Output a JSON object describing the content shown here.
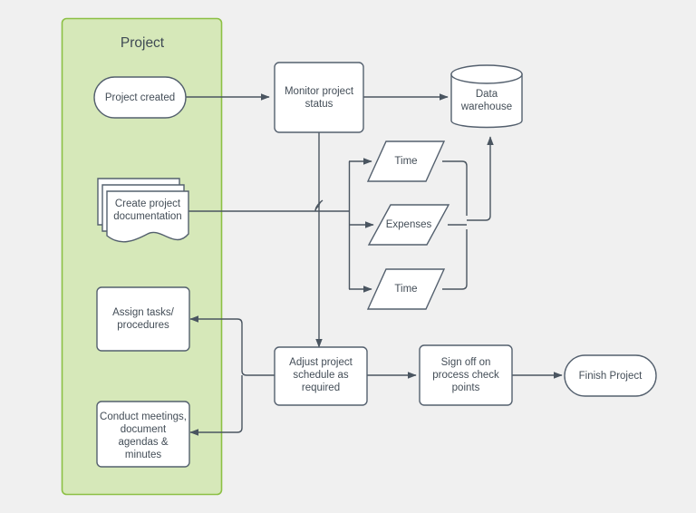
{
  "diagram": {
    "type": "flowchart",
    "title": "Project process flowchart",
    "background_color": "#f0f0f0",
    "line_color": "#4a5560",
    "text_color": "#434d57",
    "pool": {
      "label": "Project",
      "fill_color": "#d6e8b9",
      "border_color": "#8cc044"
    },
    "nodes": [
      {
        "id": "project-created",
        "label": "Project created",
        "shape": "terminator"
      },
      {
        "id": "create-documentation",
        "label": "Create project\ndocumentation",
        "shape": "multi-document"
      },
      {
        "id": "assign-tasks",
        "label": "Assign tasks/\nprocedures",
        "shape": "process"
      },
      {
        "id": "conduct-meetings",
        "label": "Conduct meetings,\ndocument\nagendas &\nminutes",
        "shape": "process"
      },
      {
        "id": "monitor-status",
        "label": "Monitor project\nstatus",
        "shape": "process"
      },
      {
        "id": "data-warehouse",
        "label": "Data\nwarehouse",
        "shape": "cylinder"
      },
      {
        "id": "time-top",
        "label": "Time",
        "shape": "parallelogram"
      },
      {
        "id": "expenses",
        "label": "Expenses",
        "shape": "parallelogram"
      },
      {
        "id": "time-bottom",
        "label": "Time",
        "shape": "parallelogram"
      },
      {
        "id": "adjust-schedule",
        "label": "Adjust project\nschedule as\nrequired",
        "shape": "process"
      },
      {
        "id": "sign-off",
        "label": "Sign off on\nprocess check\npoints",
        "shape": "process"
      },
      {
        "id": "finish-project",
        "label": "Finish Project",
        "shape": "terminator"
      }
    ],
    "edges": [
      {
        "from": "project-created",
        "to": "monitor-status",
        "arrow": "single"
      },
      {
        "from": "monitor-status",
        "to": "data-warehouse",
        "arrow": "single"
      },
      {
        "from": "monitor-status",
        "to": "adjust-schedule",
        "arrow": "single"
      },
      {
        "from": "create-documentation",
        "to": "time-top",
        "arrow": "single"
      },
      {
        "from": "create-documentation",
        "to": "expenses",
        "arrow": "single"
      },
      {
        "from": "create-documentation",
        "to": "time-bottom",
        "arrow": "single"
      },
      {
        "from": "time-top",
        "to": "data-warehouse",
        "arrow": "single"
      },
      {
        "from": "expenses",
        "to": "data-warehouse",
        "arrow": "single"
      },
      {
        "from": "time-bottom",
        "to": "data-warehouse",
        "arrow": "single"
      },
      {
        "from": "adjust-schedule",
        "to": "assign-tasks",
        "arrow": "single"
      },
      {
        "from": "adjust-schedule",
        "to": "conduct-meetings",
        "arrow": "single"
      },
      {
        "from": "adjust-schedule",
        "to": "sign-off",
        "arrow": "double"
      },
      {
        "from": "sign-off",
        "to": "finish-project",
        "arrow": "single"
      }
    ],
    "labels": {
      "project_created_line1": "Project created",
      "create_doc_line1": "Create project",
      "create_doc_line2": "documentation",
      "assign_tasks_line1": "Assign tasks/",
      "assign_tasks_line2": "procedures",
      "conduct_line1": "Conduct meetings,",
      "conduct_line2": "document",
      "conduct_line3": "agendas &",
      "conduct_line4": "minutes",
      "monitor_line1": "Monitor project",
      "monitor_line2": "status",
      "warehouse_line1": "Data",
      "warehouse_line2": "warehouse",
      "time_top": "Time",
      "expenses": "Expenses",
      "time_bottom": "Time",
      "adjust_line1": "Adjust project",
      "adjust_line2": "schedule as",
      "adjust_line3": "required",
      "signoff_line1": "Sign off on",
      "signoff_line2": "process check",
      "signoff_line3": "points",
      "finish_project": "Finish Project",
      "pool_title": "Project"
    }
  }
}
